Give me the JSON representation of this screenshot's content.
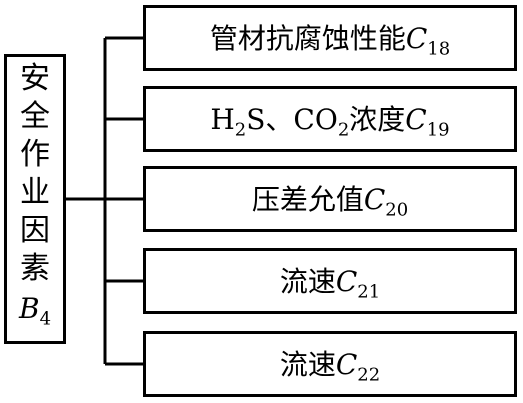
{
  "root": {
    "chars": [
      "安",
      "全",
      "作",
      "业",
      "因",
      "素"
    ],
    "var_letter": "B",
    "var_sub": "4"
  },
  "branches": [
    {
      "prefix": "管材抗腐蚀性能",
      "var": "C",
      "sub": "18"
    },
    {
      "prefix_parts": [
        "H",
        "2",
        "S、CO",
        "2",
        "浓度"
      ],
      "var": "C",
      "sub": "19"
    },
    {
      "prefix": "压差允值",
      "var": "C",
      "sub": "20"
    },
    {
      "prefix": "流速",
      "var": "C",
      "sub": "21"
    },
    {
      "prefix": "流速",
      "var": "C",
      "sub": "22"
    }
  ]
}
